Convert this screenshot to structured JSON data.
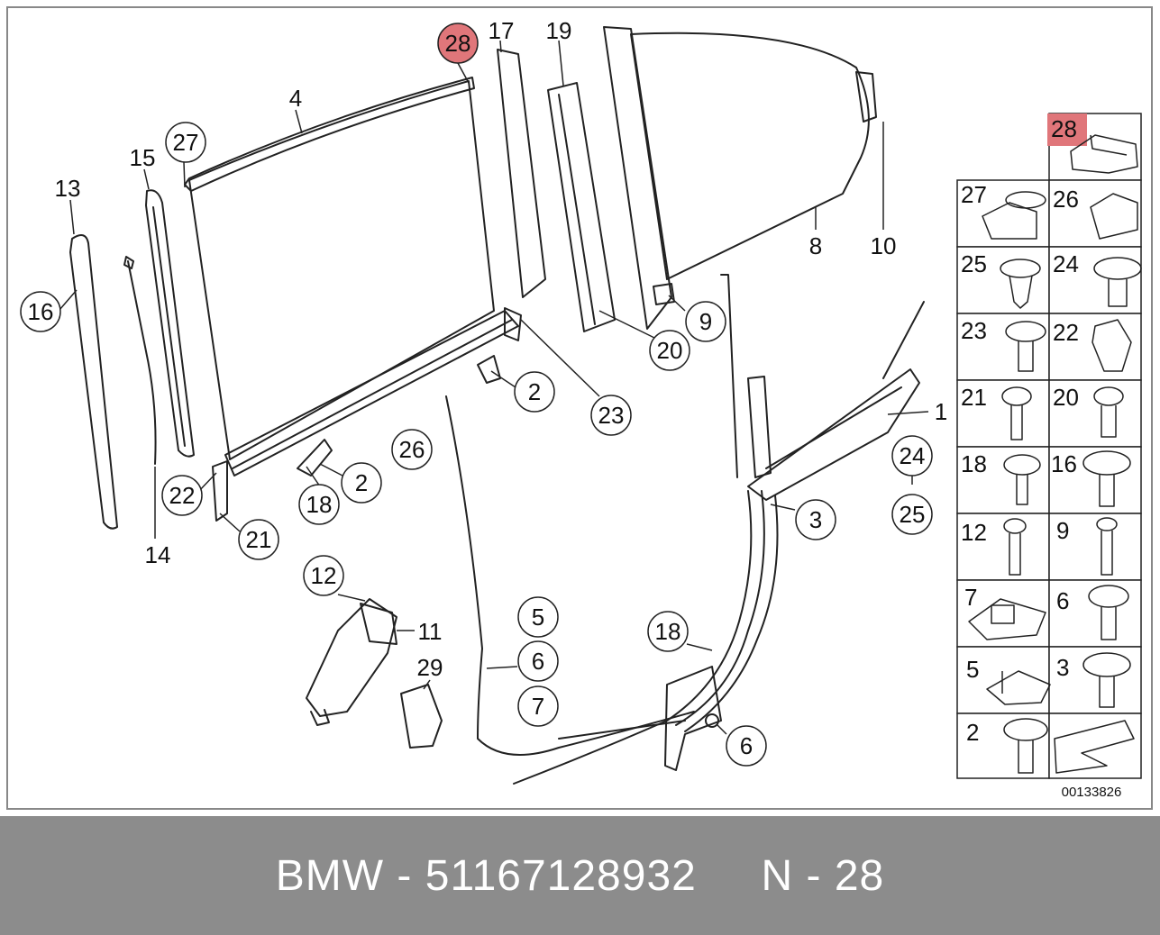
{
  "footer": {
    "text": "BMW - 51167128932     N - 28"
  },
  "colors": {
    "highlight": "#e0767a",
    "line": "#222222",
    "footer_bg": "#8c8c8c"
  },
  "diagram": {
    "ref_id": "00133826",
    "plain_labels": {
      "p4": "4",
      "p8": "8",
      "p10": "10",
      "p1": "1",
      "p11": "11",
      "p29": "29",
      "p13": "13",
      "p14": "14",
      "p15": "15",
      "p17": "17",
      "p19": "19"
    },
    "circle_labels": {
      "c28": "28",
      "c27": "27",
      "c16": "16",
      "c22": "22",
      "c21": "21",
      "c18a": "18",
      "c2a": "2",
      "c26": "26",
      "c2b": "2",
      "c23": "23",
      "c20": "20",
      "c9": "9",
      "c24": "24",
      "c25": "25",
      "c3": "3",
      "c12": "12",
      "c5": "5",
      "c6a": "6",
      "c7": "7",
      "c18b": "18",
      "c6b": "6"
    },
    "panel_labels": {
      "k28": "28",
      "k27": "27",
      "k26": "26",
      "k25": "25",
      "k24": "24",
      "k23": "23",
      "k22": "22",
      "k21": "21",
      "k20": "20",
      "k18": "18",
      "k16": "16",
      "k12": "12",
      "k9": "9",
      "k7": "7",
      "k6": "6",
      "k5": "5",
      "k3": "3",
      "k2": "2"
    }
  }
}
